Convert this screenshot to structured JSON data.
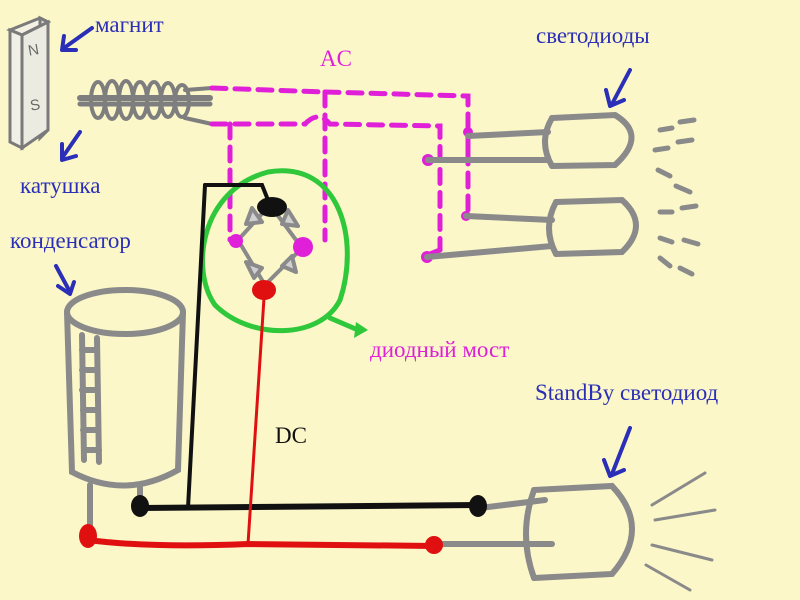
{
  "labels": {
    "magnet": "магнит",
    "coil": "катушка",
    "capacitor": "конденсатор",
    "ac": "AC",
    "leds": "светодиоды",
    "diode_bridge": "диодный мост",
    "dc": "DC",
    "standby_led": "StandBy светодиод"
  },
  "magnet_poles": {
    "north": "N",
    "south": "S"
  },
  "colors": {
    "background": "#fbf7c9",
    "label_blue": "#2b2fb8",
    "ac_magenta": "#e020d8",
    "bridge_green": "#2ec83a",
    "dc_red": "#e01010",
    "wire_black": "#111111",
    "component_gray": "#8a8a8a"
  }
}
